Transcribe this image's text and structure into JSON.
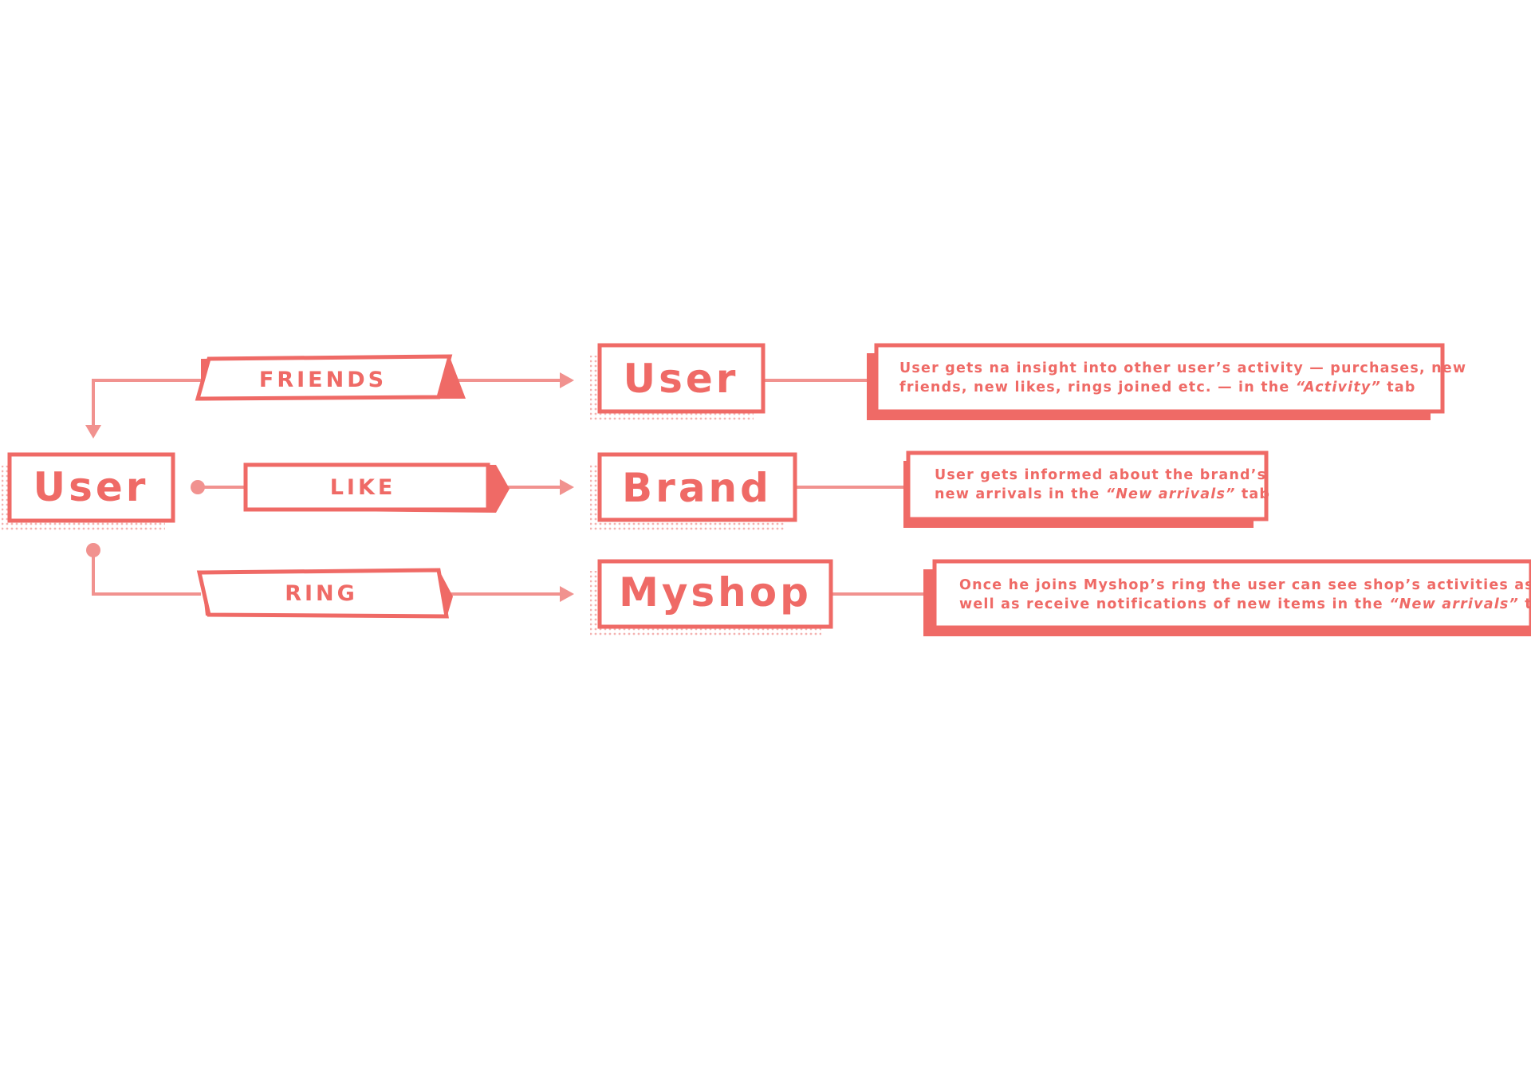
{
  "colors": {
    "primary": "#ef6a66",
    "connector": "#f1928f",
    "dots": "#f4b3b1",
    "background": "#ffffff"
  },
  "source": {
    "label": "User"
  },
  "relations": [
    {
      "label": "FRIENDS",
      "target": "User",
      "description": {
        "line1": "User gets na insight into other user’s activity — purchases, new",
        "line2_pre": "friends, new likes, rings joined etc. — in the ",
        "line2_em": "“Activity”",
        "line2_post": " tab"
      }
    },
    {
      "label": "LIKE",
      "target": "Brand",
      "description": {
        "line1": "User gets informed about the brand’s",
        "line2_pre": "new arrivals in the ",
        "line2_em": "“New arrivals”",
        "line2_post": " tab"
      }
    },
    {
      "label": "RING",
      "target": "Myshop",
      "description": {
        "line1": "Once he joins Myshop’s ring the user can see shop’s activities as",
        "line2_pre": "well as receive notifications of new items in the ",
        "line2_em": "“New arrivals”",
        "line2_post": " tab"
      }
    }
  ]
}
